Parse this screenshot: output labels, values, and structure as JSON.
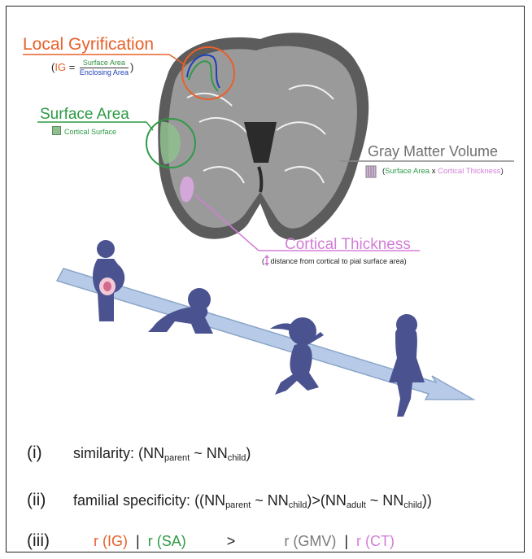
{
  "local_gyrification": {
    "title": "Local Gyrification",
    "ig": "IG",
    "numerator": "Surface Area",
    "denominator": "Enclosing Area"
  },
  "surface_area": {
    "title": "Surface Area",
    "key": "Cortical Surface"
  },
  "gray_matter_volume": {
    "title": "Gray Matter Volume",
    "key_a": "Surface Area",
    "key_x": "x",
    "key_b": "Cortical Thickness"
  },
  "cortical_thickness": {
    "title": "Cortical Thickness",
    "key": "distance from cortical to pial surface area"
  },
  "criteria": [
    {
      "num": "(i)",
      "label": "similarity:",
      "nn": "NN",
      "parent": "parent",
      "child": "child"
    },
    {
      "num": "(ii)",
      "label": "familial specificity:",
      "nn": "NN",
      "parent": "parent",
      "child": "child",
      "adult": "adult"
    },
    {
      "num": "(iii)",
      "r_ig": "r (IG)",
      "r_sa": "r (SA)",
      "gt": ">",
      "r_gmv": "r (GMV)",
      "r_ct": "r (CT)",
      "bar": "|"
    }
  ],
  "colors": {
    "gyrification": "#e8602a",
    "surface_area": "#2e9a46",
    "gray_matter": "#707070",
    "thickness": "#d37ed7",
    "silhouette": "#4a5290",
    "arrow": "#b7cbe8"
  }
}
